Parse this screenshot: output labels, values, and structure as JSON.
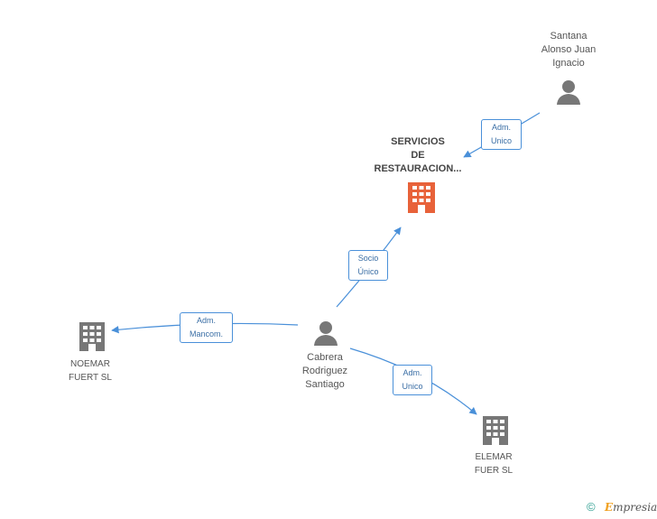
{
  "nodes": {
    "servicios": {
      "label": "SERVICIOS\nDE\nRESTAURACION...",
      "icon": "company-icon",
      "color": "#e8623a"
    },
    "santana": {
      "label": "Santana\nAlonso Juan\nIgnacio",
      "icon": "person-icon",
      "color": "#777777"
    },
    "cabrera": {
      "label": "Cabrera\nRodriguez\nSantiago",
      "icon": "person-icon",
      "color": "#777777"
    },
    "noemar": {
      "label": "NOEMAR\nFUERT SL",
      "icon": "company-icon",
      "color": "#777777"
    },
    "elemar": {
      "label": "ELEMAR\nFUER SL",
      "icon": "company-icon",
      "color": "#777777"
    }
  },
  "edges": {
    "santana_servicios": "Adm.\nUnico",
    "cabrera_servicios": "Socio\nÚnico",
    "cabrera_noemar": "Adm.\nMancom.",
    "cabrera_elemar": "Adm.\nUnico"
  },
  "footer": {
    "copyright": "©",
    "brand_initial": "E",
    "brand_rest": "mpresia"
  },
  "colors": {
    "edge": "#4a90d9",
    "accent": "#e8623a",
    "icon_gray": "#777777"
  }
}
